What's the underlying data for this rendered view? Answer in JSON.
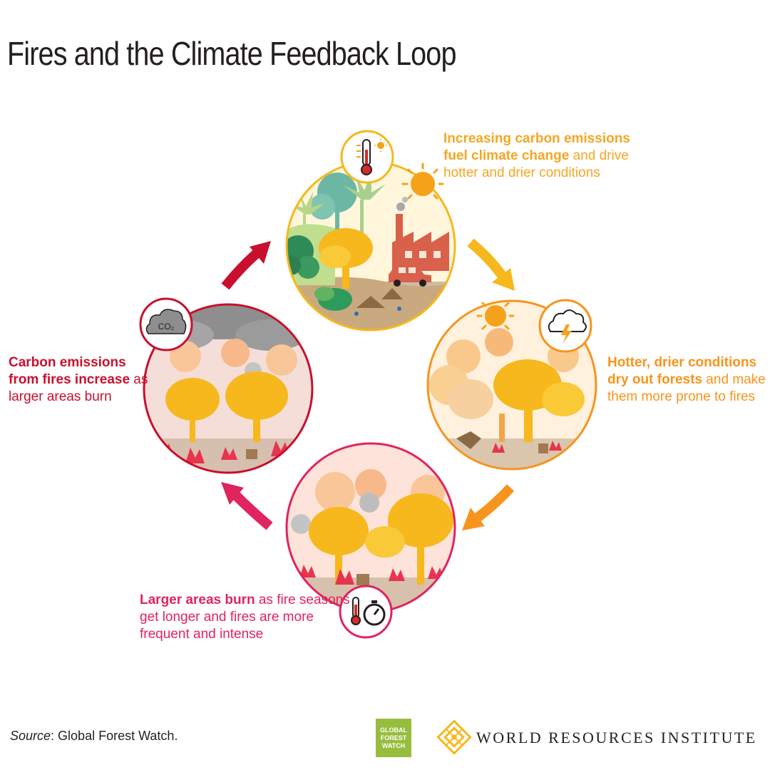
{
  "title": "Fires and the Climate Feedback Loop",
  "colors": {
    "yellow": "#f6b81c",
    "orange": "#f7941d",
    "red": "#c8102e",
    "pink_red": "#e0245e"
  },
  "stages": [
    {
      "id": "top",
      "icon": "thermometer-sun-icon",
      "bold": "Increasing carbon emissions fuel climate change",
      "rest": " and drive hotter and drier conditions"
    },
    {
      "id": "right",
      "icon": "storm-cloud-icon",
      "bold": "Hotter, drier conditions dry out forests",
      "rest": " and make them more prone to fires"
    },
    {
      "id": "bottom",
      "icon": "thermometer-stopwatch-icon",
      "bold": "Larger areas burn",
      "rest": " as fire seasons get longer and fires are more frequent and intense"
    },
    {
      "id": "left",
      "icon": "co2-cloud-icon",
      "icon_text": "CO₂",
      "bold": "Carbon emissions from fires increase",
      "rest": " as larger areas burn"
    }
  ],
  "footer": {
    "source_label": "Source",
    "source_text": ":  Global Forest Watch.",
    "gfw_logo_text": [
      "GLOBAL",
      "FOREST",
      "WATCH"
    ],
    "wri_name": "WORLD RESOURCES INSTITUTE"
  }
}
